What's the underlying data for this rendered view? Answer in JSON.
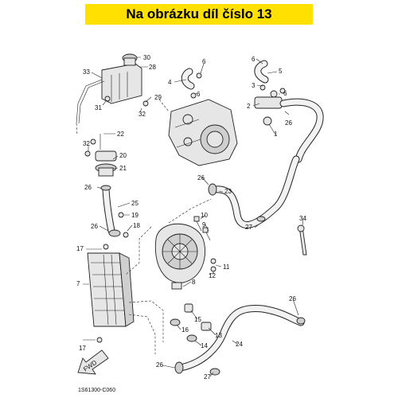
{
  "banner": {
    "text": "Na obrázku díl číslo 13",
    "color": "#ffe000"
  },
  "callouts": [
    {
      "id": "c30",
      "text": "30"
    },
    {
      "id": "c28",
      "text": "28"
    },
    {
      "id": "c33",
      "text": "33"
    },
    {
      "id": "c29",
      "text": "29"
    },
    {
      "id": "c31",
      "text": "31"
    },
    {
      "id": "c32a",
      "text": "32"
    },
    {
      "id": "c22",
      "text": "22"
    },
    {
      "id": "c32b",
      "text": "32"
    },
    {
      "id": "c20",
      "text": "20"
    },
    {
      "id": "c21",
      "text": "21"
    },
    {
      "id": "c26a",
      "text": "26"
    },
    {
      "id": "c25",
      "text": "25"
    },
    {
      "id": "c19",
      "text": "19"
    },
    {
      "id": "c26b",
      "text": "26"
    },
    {
      "id": "c18",
      "text": "18"
    },
    {
      "id": "c17a",
      "text": "17"
    },
    {
      "id": "c7",
      "text": "7"
    },
    {
      "id": "c17b",
      "text": "17"
    },
    {
      "id": "c6a",
      "text": "6"
    },
    {
      "id": "c4",
      "text": "4"
    },
    {
      "id": "c6b",
      "text": "6"
    },
    {
      "id": "c6c",
      "text": "6"
    },
    {
      "id": "c5",
      "text": "5"
    },
    {
      "id": "c3",
      "text": "3"
    },
    {
      "id": "c6d",
      "text": "6"
    },
    {
      "id": "c2",
      "text": "2"
    },
    {
      "id": "c26c",
      "text": "26"
    },
    {
      "id": "c1",
      "text": "1"
    },
    {
      "id": "c26d",
      "text": "26"
    },
    {
      "id": "c23",
      "text": "23"
    },
    {
      "id": "c10",
      "text": "10"
    },
    {
      "id": "c9",
      "text": "9"
    },
    {
      "id": "c27a",
      "text": "27"
    },
    {
      "id": "c34",
      "text": "34"
    },
    {
      "id": "c11",
      "text": "11"
    },
    {
      "id": "c12",
      "text": "12"
    },
    {
      "id": "c8",
      "text": "8"
    },
    {
      "id": "c15",
      "text": "15"
    },
    {
      "id": "c16",
      "text": "16"
    },
    {
      "id": "c13",
      "text": "13"
    },
    {
      "id": "c14",
      "text": "14"
    },
    {
      "id": "c26e",
      "text": "26"
    },
    {
      "id": "c24",
      "text": "24"
    },
    {
      "id": "c26f",
      "text": "26"
    },
    {
      "id": "c27b",
      "text": "27"
    }
  ],
  "fwd_label": "FWD",
  "diagram_code": "1S61300-C060"
}
